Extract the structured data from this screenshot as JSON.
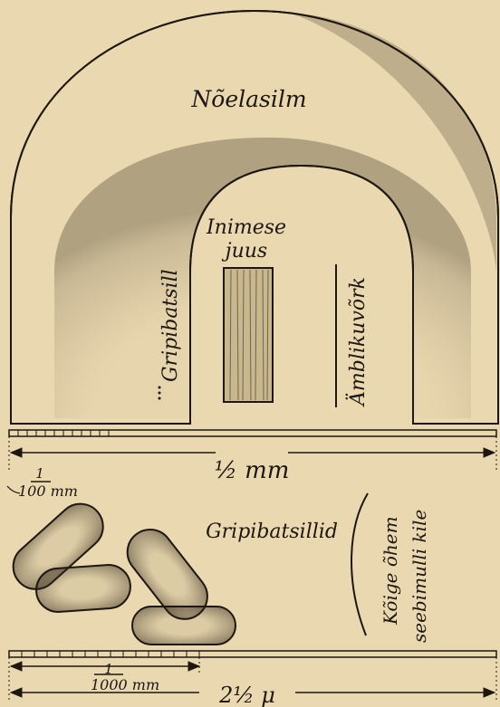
{
  "labels": {
    "needle_eye": "Nõelasilm",
    "hair_line1": "Inimese",
    "hair_line2": "juus",
    "bacterium_vertical": "Gripibatsill",
    "spider_web": "Ämblikuvõrk",
    "half_mm": "½ mm",
    "hundredth_mm_num": "1",
    "hundredth_mm_den": "100 mm",
    "bacteria": "Gripibatsillid",
    "soap_film_line1": "Kõige õhem",
    "soap_film_line2": "seebimulli kile",
    "thousandth_mm_num": "1",
    "thousandth_mm_den": "1000 mm",
    "two_half_micron": "2½ μ"
  },
  "colors": {
    "paper": "#ead9b0",
    "ink": "#1d1710"
  }
}
